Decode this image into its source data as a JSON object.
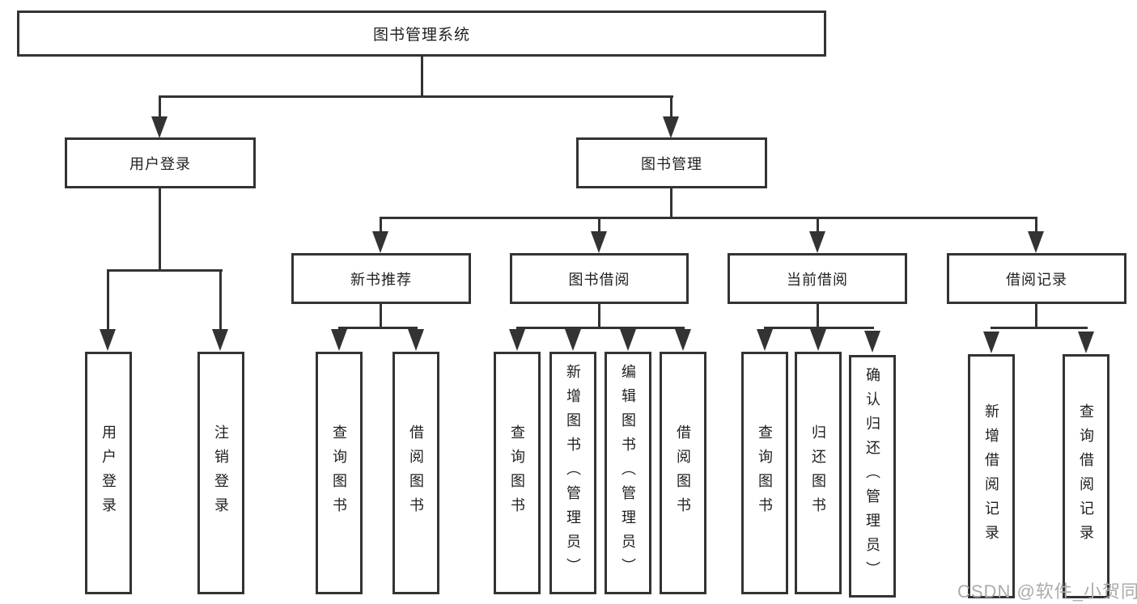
{
  "diagram": {
    "root": {
      "label": "图书管理系统"
    },
    "branches": [
      {
        "label": "用户登录",
        "children": [
          {
            "label": "用户登录"
          },
          {
            "label": "注销登录"
          }
        ]
      },
      {
        "label": "图书管理",
        "children": [
          {
            "label": "新书推荐",
            "children": [
              {
                "label": "查询图书"
              },
              {
                "label": "借阅图书"
              }
            ]
          },
          {
            "label": "图书借阅",
            "children": [
              {
                "label": "查询图书"
              },
              {
                "label": "新增图书（管理员）"
              },
              {
                "label": "编辑图书（管理员）"
              },
              {
                "label": "借阅图书"
              }
            ]
          },
          {
            "label": "当前借阅",
            "children": [
              {
                "label": "查询图书"
              },
              {
                "label": "归还图书"
              },
              {
                "label": "确认归还（管理员）"
              }
            ]
          },
          {
            "label": "借阅记录",
            "children": [
              {
                "label": "新增借阅记录"
              },
              {
                "label": "查询借阅记录"
              }
            ]
          }
        ]
      }
    ]
  },
  "watermark": {
    "text": "CSDN @软件_小贺同学"
  },
  "colors": {
    "line": "#333333",
    "box_border": "#333333",
    "text": "#1f1f1f",
    "background": "#ffffff",
    "watermark": "#ababab"
  }
}
